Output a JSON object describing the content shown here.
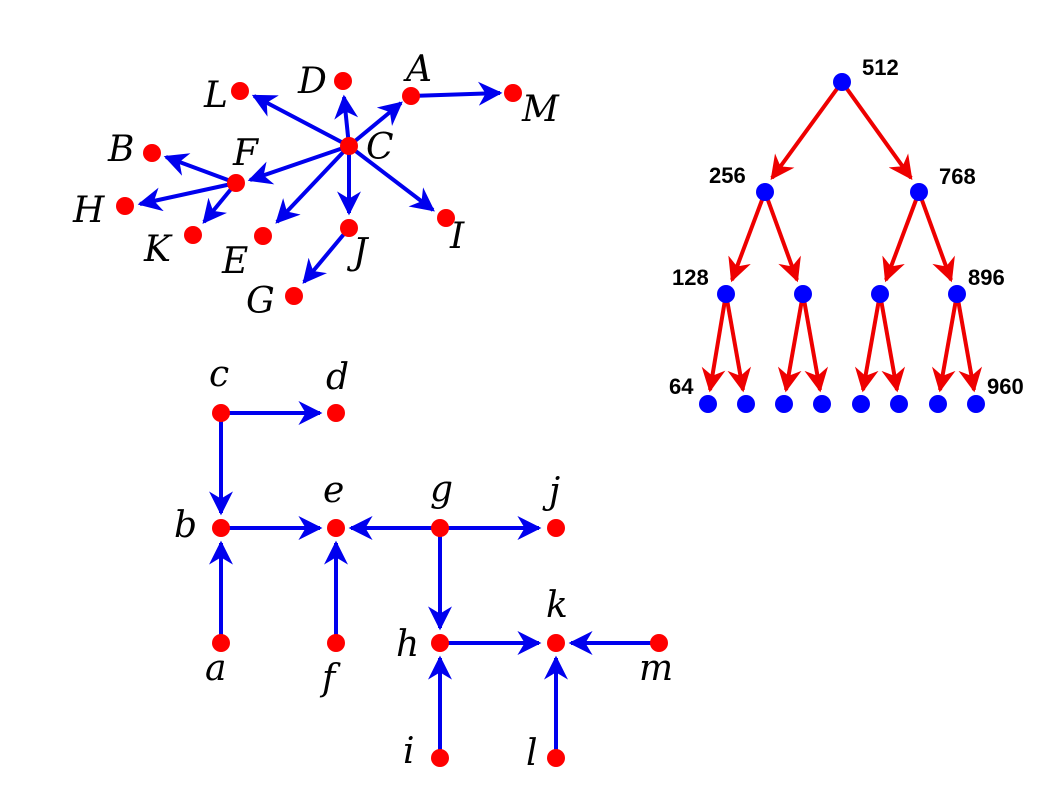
{
  "colors": {
    "node_red": "#ff0000",
    "node_blue": "#0000ff",
    "edge_blue": "#0000ee",
    "edge_red": "#ee0000"
  },
  "star_graph": {
    "nodes": {
      "C": "C",
      "A": "A",
      "M": "M",
      "D": "D",
      "L": "L",
      "F": "F",
      "B": "B",
      "H": "H",
      "K": "K",
      "E": "E",
      "J": "J",
      "G": "G",
      "I": "I"
    }
  },
  "grid_graph": {
    "nodes": {
      "a": "a",
      "b": "b",
      "c": "c",
      "d": "d",
      "e": "e",
      "f": "f",
      "g": "g",
      "h": "h",
      "i": "i",
      "j": "j",
      "k": "k",
      "l": "l",
      "m": "m"
    }
  },
  "binary_tree": {
    "labels": {
      "root": "512",
      "l1_left": "256",
      "l1_right": "768",
      "l2_first": "128",
      "l2_last": "896",
      "l3_first": "64",
      "l3_last": "960"
    }
  }
}
